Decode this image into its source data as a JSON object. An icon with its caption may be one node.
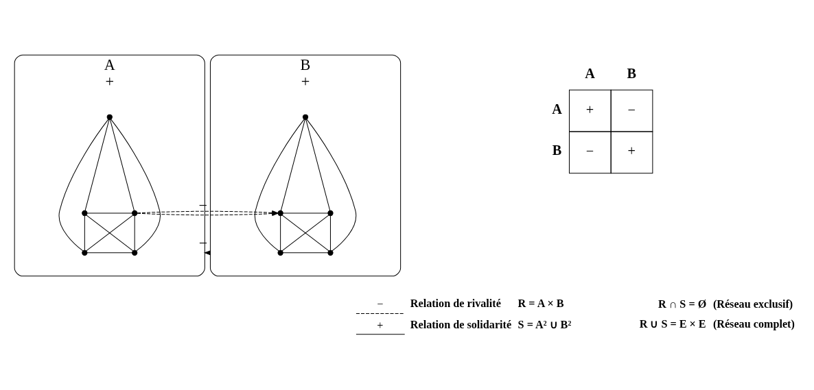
{
  "diagram": {
    "nodes": [
      {
        "text": [
          "A",
          "+"
        ]
      },
      {
        "text": [],
        "shape": "circle",
        "in": 0
      },
      {
        "text": [],
        "shape": "circle",
        "in": 0
      },
      {
        "text": [],
        "shape": "circle",
        "in": 0
      },
      {
        "text": [],
        "shape": "circle",
        "in": 0
      },
      {
        "text": [],
        "shape": "circle",
        "in": 0
      },
      {
        "text": [
          "B",
          "+"
        ]
      },
      {
        "text": [],
        "shape": "circle",
        "in": 6
      },
      {
        "text": [],
        "shape": "circle",
        "in": 6
      },
      {
        "text": [],
        "shape": "circle",
        "in": 6
      },
      {
        "text": [],
        "shape": "circle",
        "in": 6
      },
      {
        "text": [],
        "shape": "circle",
        "in": 6
      }
    ],
    "edges": [
      {
        "from": 1,
        "to": 2,
        "arrow": "none"
      },
      {
        "from": 1,
        "to": 3,
        "arrow": "none"
      },
      {
        "from": 1,
        "to": 4,
        "arrow": "none"
      },
      {
        "from": 1,
        "to": 5,
        "arrow": "none"
      },
      {
        "from": 2,
        "to": 3,
        "arrow": "none"
      },
      {
        "from": 2,
        "to": 4,
        "arrow": "none"
      },
      {
        "from": 2,
        "to": 5,
        "arrow": "none"
      },
      {
        "from": 3,
        "to": 4,
        "arrow": "none"
      },
      {
        "from": 3,
        "to": 5,
        "arrow": "none"
      },
      {
        "from": 4,
        "to": 5,
        "arrow": "none"
      },
      {
        "from": 7,
        "to": 8,
        "arrow": "none"
      },
      {
        "from": 7,
        "to": 9,
        "arrow": "none"
      },
      {
        "from": 7,
        "to": 10,
        "arrow": "none"
      },
      {
        "from": 7,
        "to": 11,
        "arrow": "none"
      },
      {
        "from": 8,
        "to": 9,
        "arrow": "none"
      },
      {
        "from": 8,
        "to": 10,
        "arrow": "none"
      },
      {
        "from": 8,
        "to": 11,
        "arrow": "none"
      },
      {
        "from": 9,
        "to": 10,
        "arrow": "none"
      },
      {
        "from": 9,
        "to": 11,
        "arrow": "none"
      },
      {
        "from": 10,
        "to": 11,
        "arrow": "none"
      },
      {
        "from": 0,
        "to": 6,
        "arrow": "to",
        "label": "−",
        "style": "dashed"
      },
      {
        "from": 6,
        "to": 0,
        "arrow": "to",
        "label": "−",
        "style": "dashed"
      }
    ],
    "labels": [
      "A",
      "B",
      "A",
      "+",
      "−",
      "B",
      "−",
      "+",
      "−",
      "R = A × B",
      "+",
      "S = A² ∪ B²",
      "R ∩ S = Ø",
      "(Réseau exclusif)",
      "R ∪ S = E × E",
      "(Réseau complet)"
    ],
    "legend": [
      {
        "text": "Relation de rivalité"
      },
      {
        "text": "Relation de solidarité"
      }
    ]
  }
}
